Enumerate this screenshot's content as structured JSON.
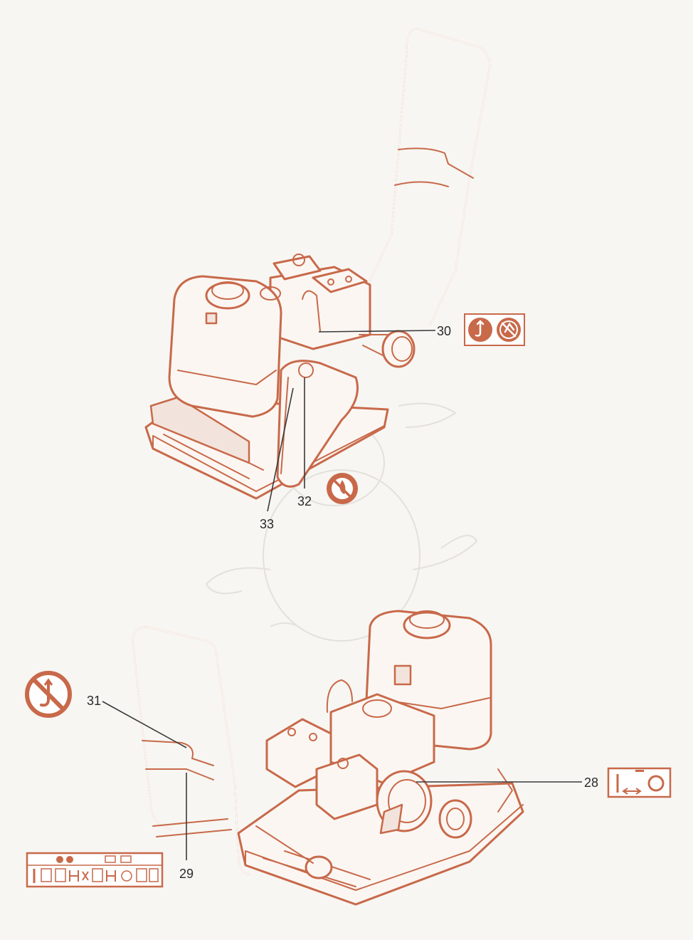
{
  "callouts": {
    "c28": "28",
    "c29": "29",
    "c30": "30",
    "c31": "31",
    "c32": "32",
    "c33": "33"
  },
  "icons": {
    "sign30_left": "lifting-point-icon",
    "sign30_right": "no-fork-lift-icon",
    "sign32": "no-fire-icon",
    "sign31": "no-lifting-hook-icon",
    "label28": "throttle-range-label-icon",
    "label29": "operation-instructions-label-icon"
  },
  "colors": {
    "line": "#c8694a",
    "text": "#2a2a2a"
  }
}
